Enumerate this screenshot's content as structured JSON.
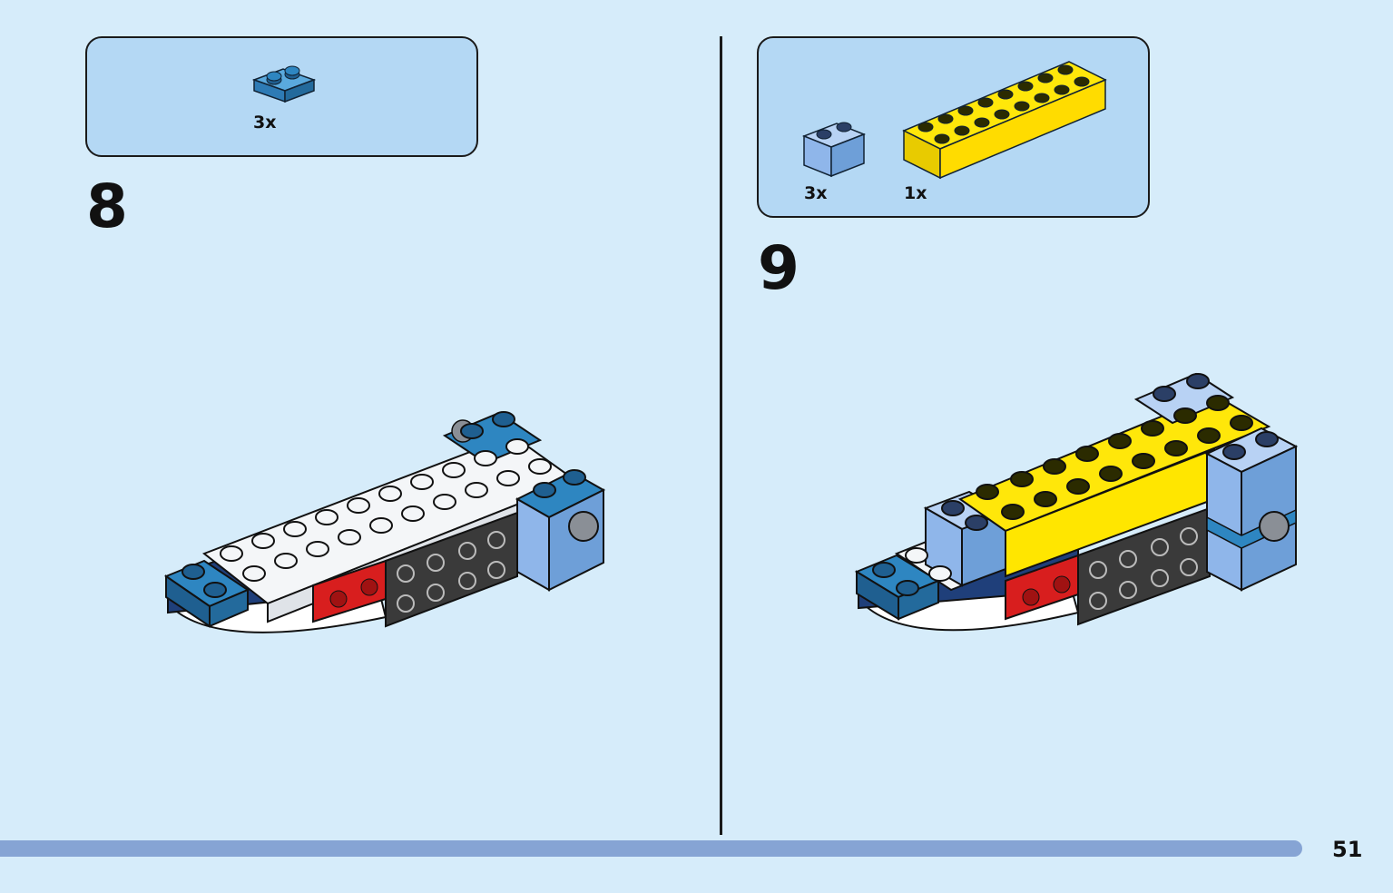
{
  "step8": {
    "number": "8",
    "parts": [
      {
        "qty": "3x",
        "icon": "blue-1x2-plate-icon"
      }
    ]
  },
  "step9": {
    "number": "9",
    "parts": [
      {
        "qty": "3x",
        "icon": "light-blue-1x2-brick-icon"
      },
      {
        "qty": "1x",
        "icon": "yellow-2x8-brick-icon"
      }
    ]
  },
  "footer": {
    "page_number": "51",
    "progress": 0.935
  },
  "colors": {
    "background": "#d6ecfa",
    "parts_box": "#b4d8f4",
    "progress_bar": "#86a4d4",
    "brick_blue": "#2e86c1",
    "brick_light_blue": "#8fb6ea",
    "brick_yellow": "#ffe70a",
    "brick_red": "#d81e1e",
    "brick_black": "#3a3a3a",
    "brick_white": "#f4f6f8"
  }
}
